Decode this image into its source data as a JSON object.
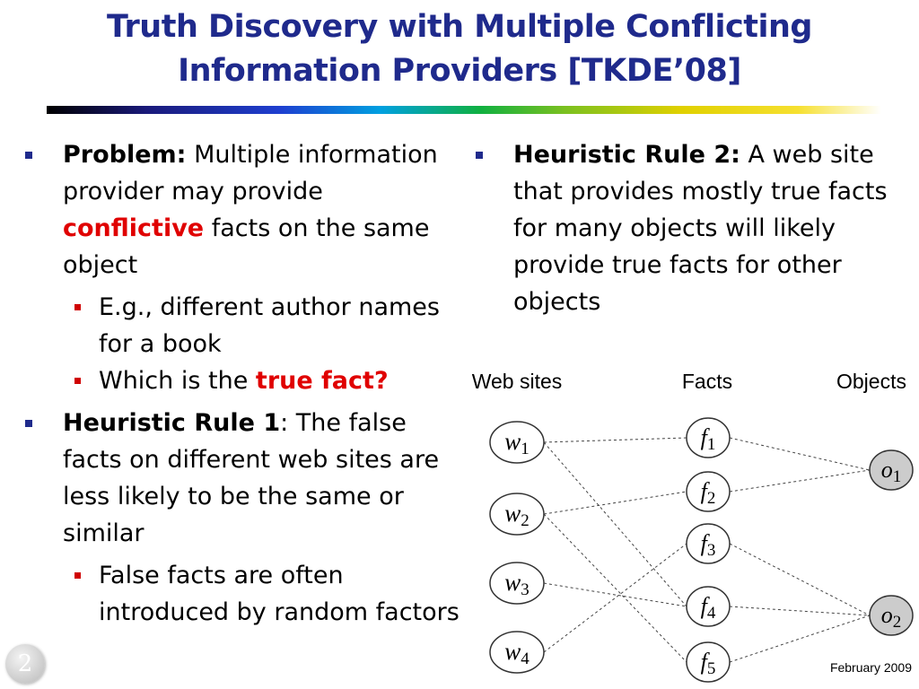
{
  "slide": {
    "title_line1": "Truth Discovery with Multiple Conflicting",
    "title_line2": "Information Providers [TKDE’08]",
    "page_number": "2",
    "footer_date": "February 2009"
  },
  "left": {
    "problem": {
      "label": "Problem:",
      "text_a": " Multiple information provider may provide ",
      "highlight": "conflictive",
      "text_b": " facts on the same object",
      "sub": [
        {
          "text": "E.g., different author names for a book",
          "highlight": ""
        },
        {
          "text": "Which is the ",
          "highlight": "true fact?"
        }
      ]
    },
    "rule1": {
      "label": "Heuristic Rule 1",
      "text": ": The false facts on different web sites are less likely to be the same or similar",
      "sub": [
        {
          "text": "False facts are often introduced by random factors"
        }
      ]
    }
  },
  "right": {
    "rule2": {
      "label": "Heuristic Rule 2:",
      "text": " A web site that provides mostly true facts for many objects will likely provide true facts for other objects"
    }
  },
  "diagram": {
    "headers": {
      "websites": "Web sites",
      "facts": "Facts",
      "objects": "Objects"
    },
    "websites": [
      {
        "letter": "w",
        "sub": "1"
      },
      {
        "letter": "w",
        "sub": "2"
      },
      {
        "letter": "w",
        "sub": "3"
      },
      {
        "letter": "w",
        "sub": "4"
      }
    ],
    "facts": [
      {
        "letter": "f",
        "sub": "1"
      },
      {
        "letter": "f",
        "sub": "2"
      },
      {
        "letter": "f",
        "sub": "3"
      },
      {
        "letter": "f",
        "sub": "4"
      },
      {
        "letter": "f",
        "sub": "5"
      }
    ],
    "objects": [
      {
        "letter": "o",
        "sub": "1"
      },
      {
        "letter": "o",
        "sub": "2"
      }
    ],
    "site_fact_edges": [
      [
        0,
        0
      ],
      [
        0,
        3
      ],
      [
        1,
        1
      ],
      [
        1,
        4
      ],
      [
        2,
        3
      ],
      [
        3,
        2
      ]
    ],
    "fact_object_edges": [
      [
        0,
        0
      ],
      [
        1,
        0
      ],
      [
        2,
        1
      ],
      [
        3,
        1
      ],
      [
        4,
        1
      ]
    ],
    "colors": {
      "node_fill": "#ffffff",
      "object_fill": "#cccccc",
      "edge": "#444444"
    }
  }
}
